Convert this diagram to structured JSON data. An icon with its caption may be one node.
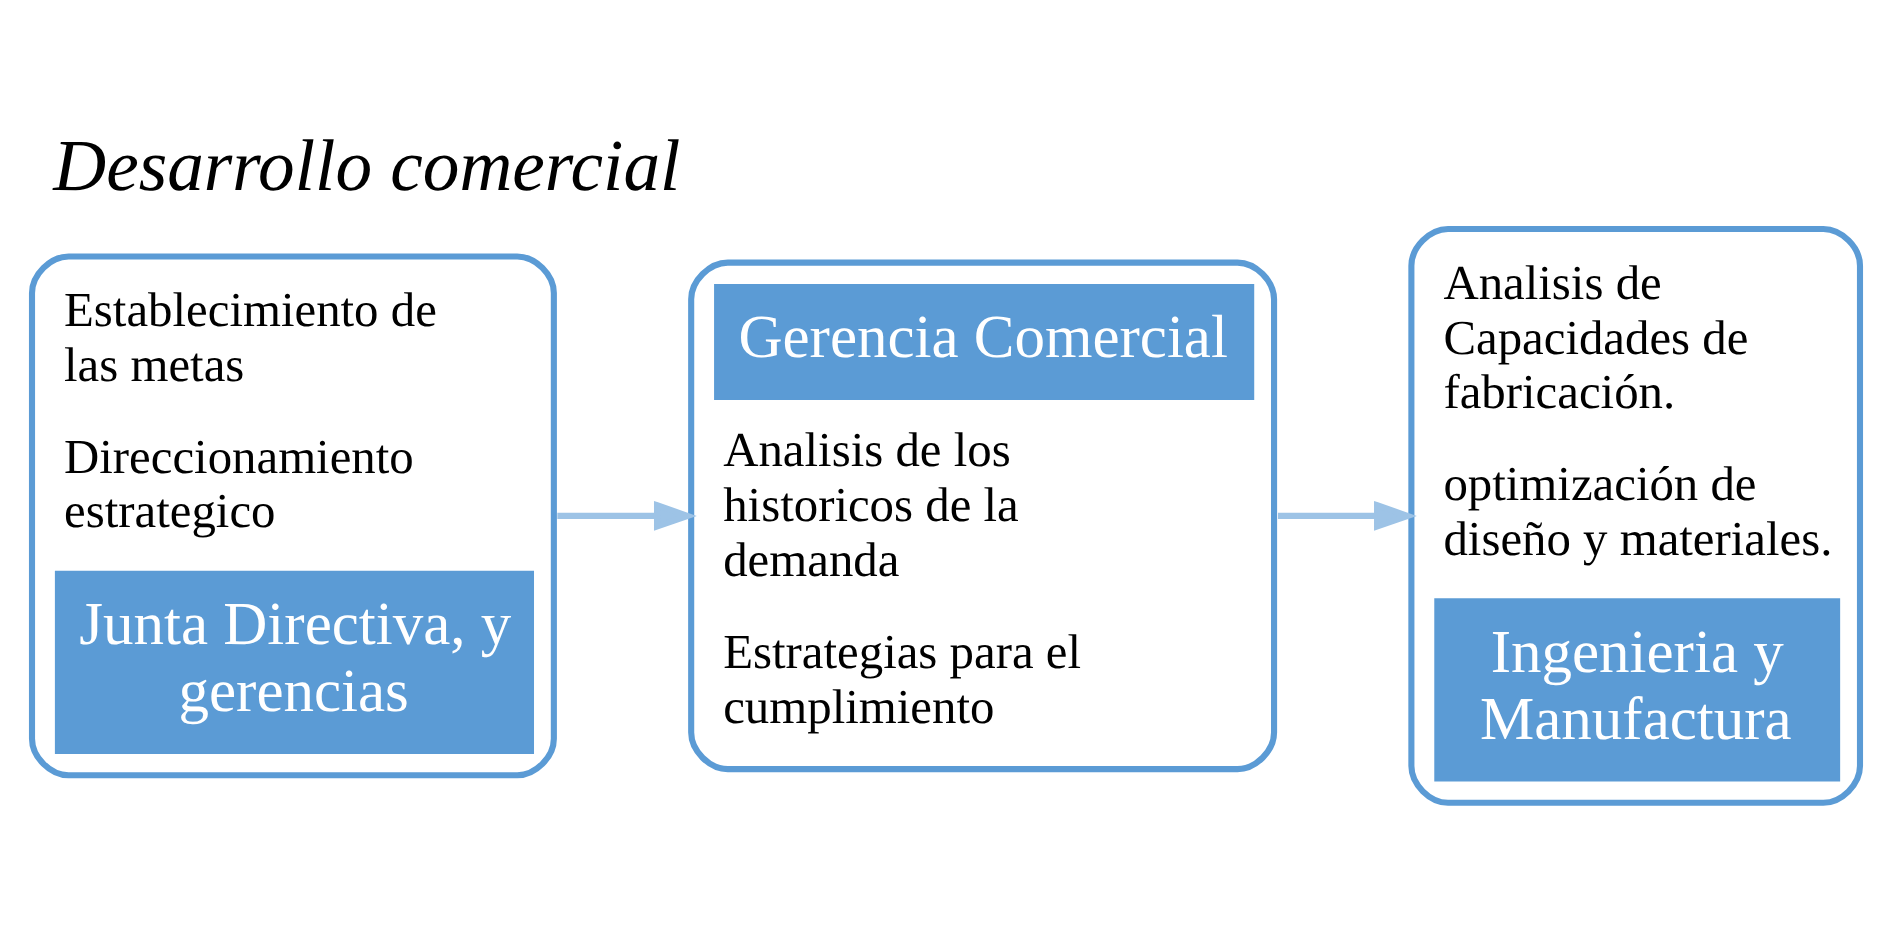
{
  "diagram": {
    "title": "Desarrollo comercial",
    "nodes": [
      {
        "text": [
          "Establecimiento de las metas",
          "Direccionamiento estrategico",
          "Junta Directiva, y gerencias"
        ]
      },
      {
        "text": [
          "Gerencia Comercial",
          "Analisis de los historicos de la demanda",
          "Estrategias para el cumplimiento"
        ]
      },
      {
        "text": [
          "Analisis de Capacidades de fabricación.",
          "optimización de diseño y materiales.",
          "Ingenieria y Manufactura"
        ]
      }
    ],
    "edges": [
      {
        "from": 0,
        "to": 1,
        "arrow": "to"
      },
      {
        "from": 1,
        "to": 2,
        "arrow": "to"
      }
    ]
  }
}
